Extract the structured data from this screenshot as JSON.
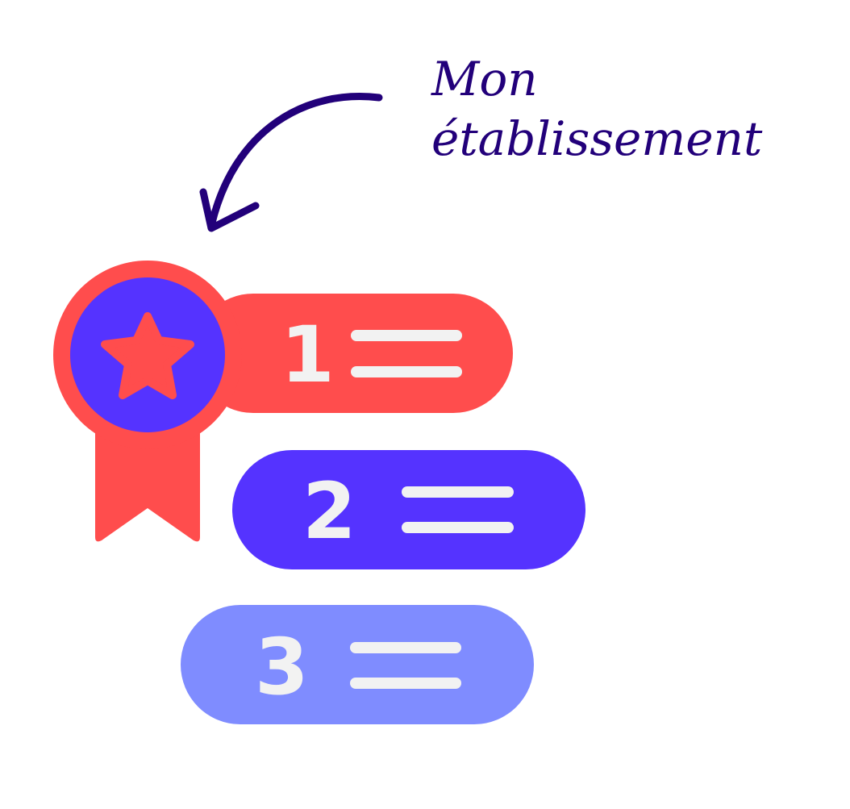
{
  "annotation": {
    "line1": "Mon",
    "line2": "établissement"
  },
  "ranking": {
    "items": [
      {
        "rank": "1",
        "color": "#ff4d4d"
      },
      {
        "rank": "2",
        "color": "#5533ff"
      },
      {
        "rank": "3",
        "color": "#7f8cff"
      }
    ]
  },
  "colors": {
    "badge_outer": "#ff4d4d",
    "badge_inner": "#5533ff",
    "star": "#ff4d4d",
    "text": "#22007a",
    "lines": "#f2f2f2"
  }
}
